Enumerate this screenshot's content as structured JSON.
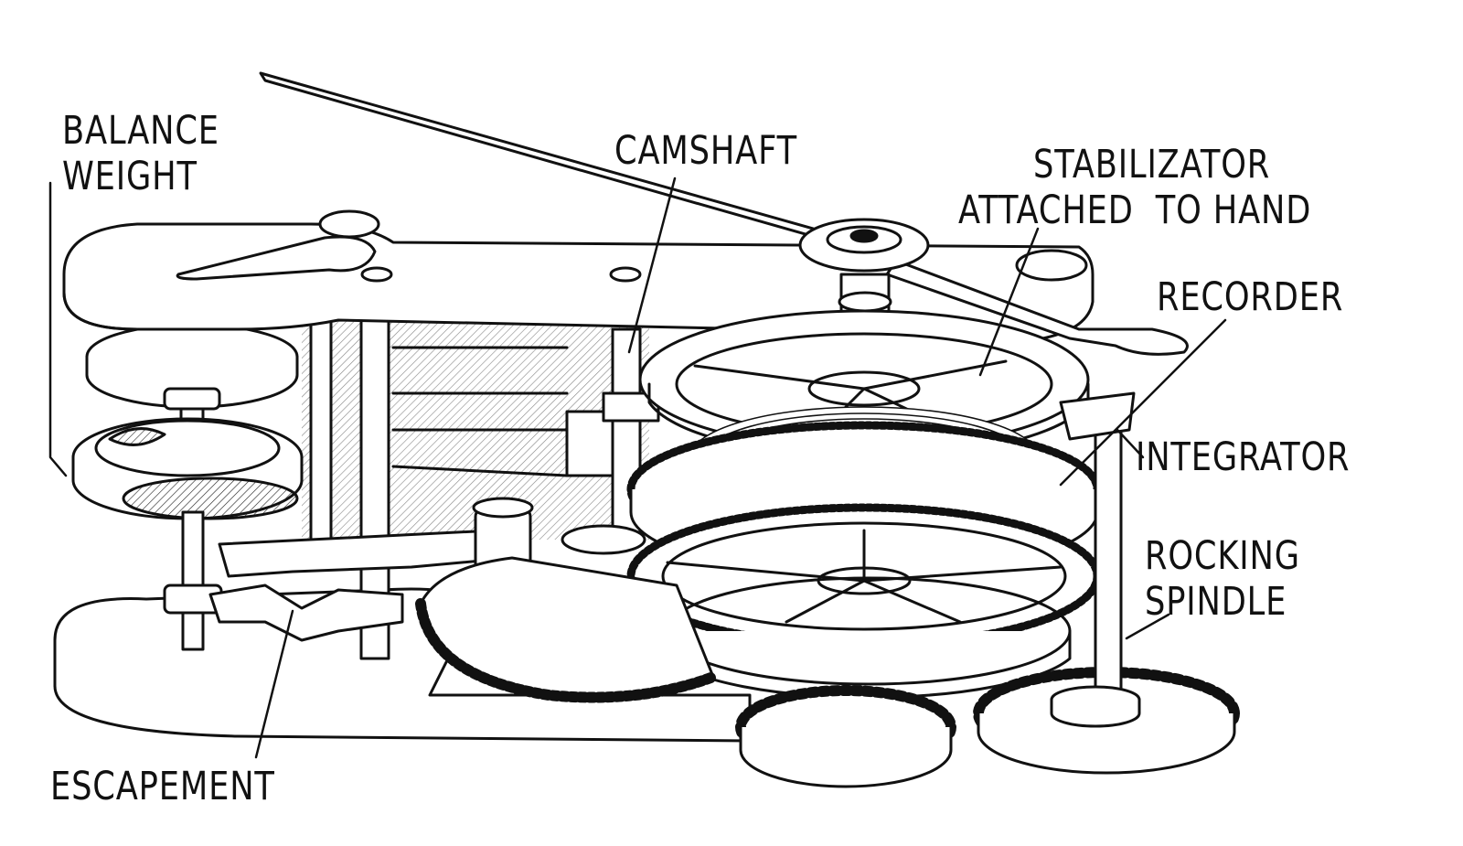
{
  "diagram": {
    "labels": {
      "balance_weight": [
        "BALANCE",
        "WEIGHT"
      ],
      "camshaft": "CAMSHAFT",
      "stabilizator": [
        "STABILIZATOR",
        "ATTACHED  TO HAND"
      ],
      "recorder": "RECORDER",
      "integrator": "INTEGRATOR",
      "rocking_spindle": [
        "ROCKING",
        "SPINDLE"
      ],
      "escapement": "ESCAPEMENT"
    },
    "colors": {
      "ink": "#111111",
      "paper": "#ffffff",
      "shade": "#cfcfcf"
    }
  }
}
